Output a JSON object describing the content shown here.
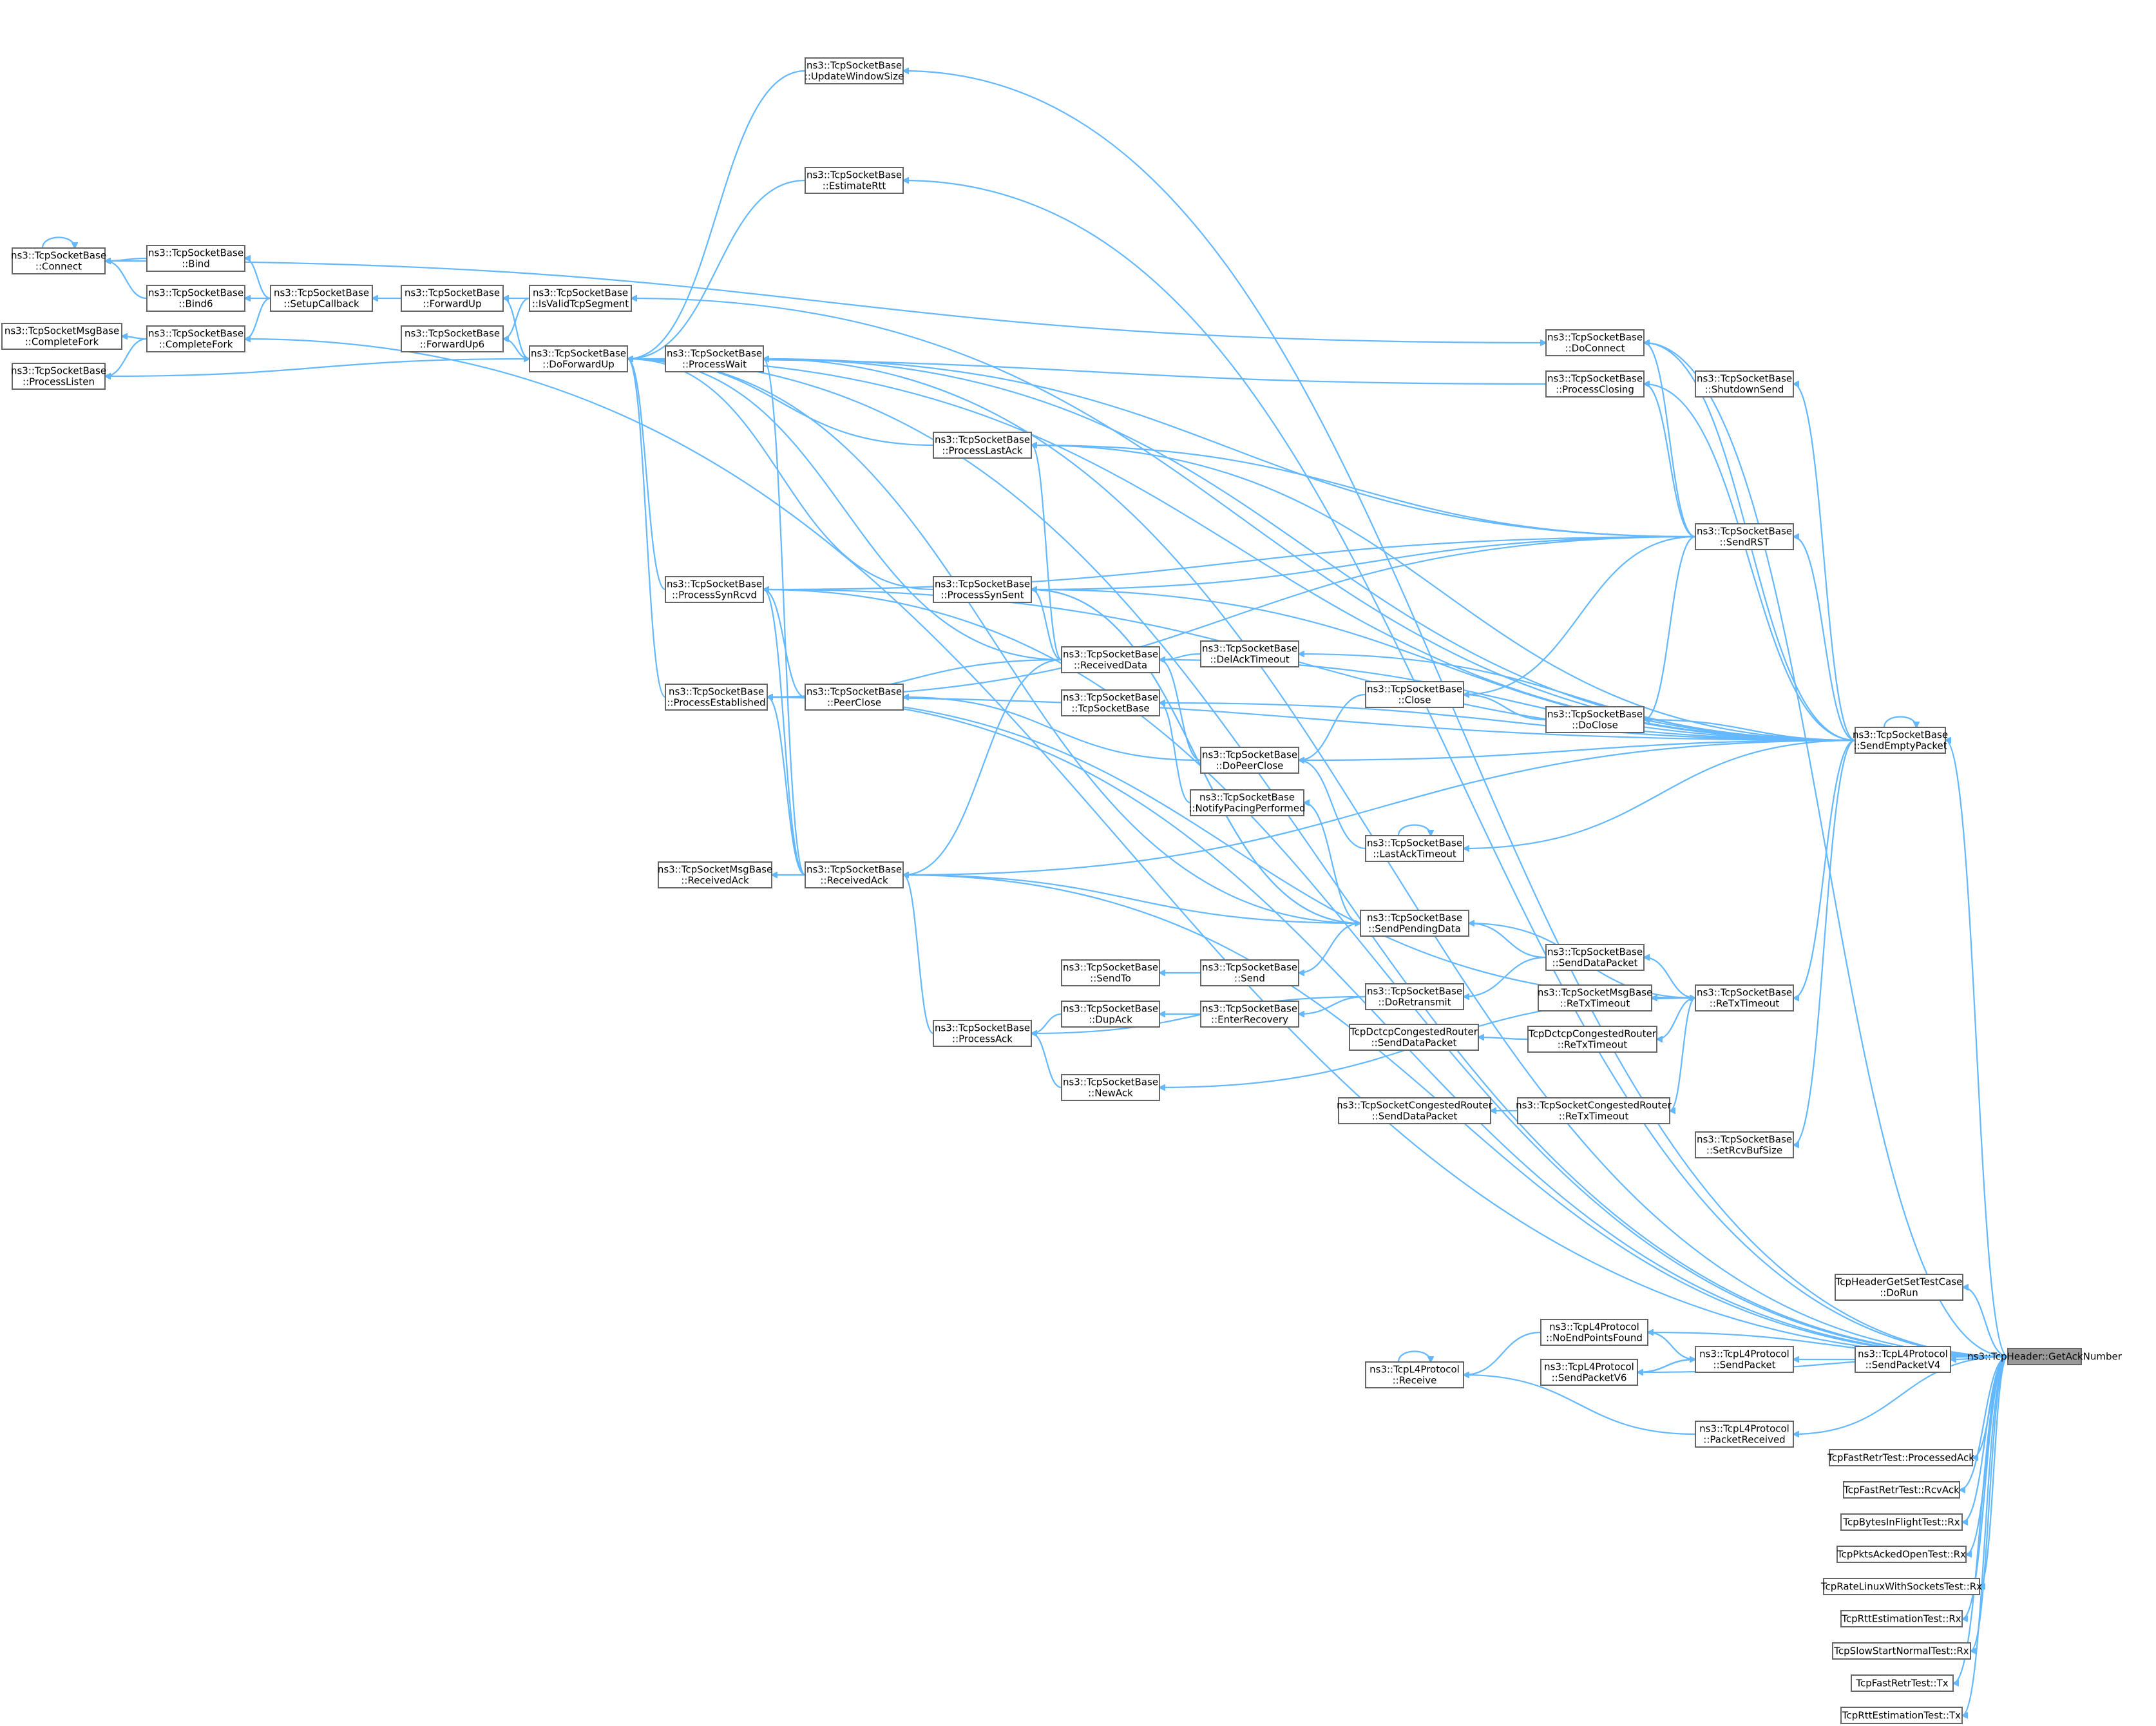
{
  "diagram": {
    "title": "ns3::TcpHeader::GetAckNumber caller graph",
    "colors": {
      "edge": "#63b8ff",
      "node_border": "#666666",
      "root_fill": "#999999",
      "node_fill": "#ffffff",
      "text": "#000000"
    },
    "nodes": [
      {
        "id": "root",
        "lines": [
          "ns3::TcpHeader::GetAckNumber"
        ],
        "root": true
      },
      {
        "id": "connect",
        "lines": [
          "ns3::TcpSocketBase",
          "::Connect"
        ]
      },
      {
        "id": "bind",
        "lines": [
          "ns3::TcpSocketBase",
          "::Bind"
        ]
      },
      {
        "id": "bind6",
        "lines": [
          "ns3::TcpSocketBase",
          "::Bind6"
        ]
      },
      {
        "id": "msgCompleteFork",
        "lines": [
          "ns3::TcpSocketMsgBase",
          "::CompleteFork"
        ]
      },
      {
        "id": "completeFork",
        "lines": [
          "ns3::TcpSocketBase",
          "::CompleteFork"
        ]
      },
      {
        "id": "processListen",
        "lines": [
          "ns3::TcpSocketBase",
          "::ProcessListen"
        ]
      },
      {
        "id": "setupCallback",
        "lines": [
          "ns3::TcpSocketBase",
          "::SetupCallback"
        ]
      },
      {
        "id": "forwardUp",
        "lines": [
          "ns3::TcpSocketBase",
          "::ForwardUp"
        ]
      },
      {
        "id": "forwardUp6",
        "lines": [
          "ns3::TcpSocketBase",
          "::ForwardUp6"
        ]
      },
      {
        "id": "isValidTcpSegment",
        "lines": [
          "ns3::TcpSocketBase",
          "::IsValidTcpSegment"
        ]
      },
      {
        "id": "doForwardUp",
        "lines": [
          "ns3::TcpSocketBase",
          "::DoForwardUp"
        ]
      },
      {
        "id": "updateWindowSize",
        "lines": [
          "ns3::TcpSocketBase",
          "::UpdateWindowSize"
        ]
      },
      {
        "id": "estimateRtt",
        "lines": [
          "ns3::TcpSocketBase",
          "::EstimateRtt"
        ]
      },
      {
        "id": "processWait",
        "lines": [
          "ns3::TcpSocketBase",
          "::ProcessWait"
        ]
      },
      {
        "id": "processLastAck",
        "lines": [
          "ns3::TcpSocketBase",
          "::ProcessLastAck"
        ]
      },
      {
        "id": "processSynRcvd",
        "lines": [
          "ns3::TcpSocketBase",
          "::ProcessSynRcvd"
        ]
      },
      {
        "id": "processSynSent",
        "lines": [
          "ns3::TcpSocketBase",
          "::ProcessSynSent"
        ]
      },
      {
        "id": "processEstablished",
        "lines": [
          "ns3::TcpSocketBase",
          "::ProcessEstablished"
        ]
      },
      {
        "id": "peerClose",
        "lines": [
          "ns3::TcpSocketBase",
          "::PeerClose"
        ]
      },
      {
        "id": "receivedData",
        "lines": [
          "ns3::TcpSocketBase",
          "::ReceivedData"
        ]
      },
      {
        "id": "tcpSocketBase",
        "lines": [
          "ns3::TcpSocketBase",
          "::TcpSocketBase"
        ]
      },
      {
        "id": "delAckTimeout",
        "lines": [
          "ns3::TcpSocketBase",
          "::DelAckTimeout"
        ]
      },
      {
        "id": "doPeerClose",
        "lines": [
          "ns3::TcpSocketBase",
          "::DoPeerClose"
        ]
      },
      {
        "id": "notifyPacing",
        "lines": [
          "ns3::TcpSocketBase",
          "::NotifyPacingPerformed"
        ]
      },
      {
        "id": "close",
        "lines": [
          "ns3::TcpSocketBase",
          "::Close"
        ]
      },
      {
        "id": "doClose",
        "lines": [
          "ns3::TcpSocketBase",
          "::DoClose"
        ]
      },
      {
        "id": "lastAckTimeout",
        "lines": [
          "ns3::TcpSocketBase",
          "::LastAckTimeout"
        ]
      },
      {
        "id": "msgReceivedAck",
        "lines": [
          "ns3::TcpSocketMsgBase",
          "::ReceivedAck"
        ]
      },
      {
        "id": "receivedAck",
        "lines": [
          "ns3::TcpSocketBase",
          "::ReceivedAck"
        ]
      },
      {
        "id": "sendPendingData",
        "lines": [
          "ns3::TcpSocketBase",
          "::SendPendingData"
        ]
      },
      {
        "id": "sendTo",
        "lines": [
          "ns3::TcpSocketBase",
          "::SendTo"
        ]
      },
      {
        "id": "send",
        "lines": [
          "ns3::TcpSocketBase",
          "::Send"
        ]
      },
      {
        "id": "processAck",
        "lines": [
          "ns3::TcpSocketBase",
          "::ProcessAck"
        ]
      },
      {
        "id": "dupAck",
        "lines": [
          "ns3::TcpSocketBase",
          "::DupAck"
        ]
      },
      {
        "id": "enterRecovery",
        "lines": [
          "ns3::TcpSocketBase",
          "::EnterRecovery"
        ]
      },
      {
        "id": "newAck",
        "lines": [
          "ns3::TcpSocketBase",
          "::NewAck"
        ]
      },
      {
        "id": "doRetransmit",
        "lines": [
          "ns3::TcpSocketBase",
          "::DoRetransmit"
        ]
      },
      {
        "id": "sendDataPacket",
        "lines": [
          "ns3::TcpSocketBase",
          "::SendDataPacket"
        ]
      },
      {
        "id": "msgReTxTimeout",
        "lines": [
          "ns3::TcpSocketMsgBase",
          "::ReTxTimeout"
        ]
      },
      {
        "id": "reTxTimeout",
        "lines": [
          "ns3::TcpSocketBase",
          "::ReTxTimeout"
        ]
      },
      {
        "id": "dctcpSendData",
        "lines": [
          "TcpDctcpCongestedRouter",
          "::SendDataPacket"
        ]
      },
      {
        "id": "dctcpReTx",
        "lines": [
          "TcpDctcpCongestedRouter",
          "::ReTxTimeout"
        ]
      },
      {
        "id": "congSendData",
        "lines": [
          "ns3::TcpSocketCongestedRouter",
          "::SendDataPacket"
        ]
      },
      {
        "id": "congReTx",
        "lines": [
          "ns3::TcpSocketCongestedRouter",
          "::ReTxTimeout"
        ]
      },
      {
        "id": "doConnect",
        "lines": [
          "ns3::TcpSocketBase",
          "::DoConnect"
        ]
      },
      {
        "id": "processClosing",
        "lines": [
          "ns3::TcpSocketBase",
          "::ProcessClosing"
        ]
      },
      {
        "id": "shutdownSend",
        "lines": [
          "ns3::TcpSocketBase",
          "::ShutdownSend"
        ]
      },
      {
        "id": "sendRST",
        "lines": [
          "ns3::TcpSocketBase",
          "::SendRST"
        ]
      },
      {
        "id": "sendEmptyPacket",
        "lines": [
          "ns3::TcpSocketBase",
          "::SendEmptyPacket"
        ]
      },
      {
        "id": "setRcvBufSize",
        "lines": [
          "ns3::TcpSocketBase",
          "::SetRcvBufSize"
        ]
      },
      {
        "id": "headerTest",
        "lines": [
          "TcpHeaderGetSetTestCase",
          "::DoRun"
        ]
      },
      {
        "id": "noEndPoints",
        "lines": [
          "ns3::TcpL4Protocol",
          "::NoEndPointsFound"
        ]
      },
      {
        "id": "l4Receive",
        "lines": [
          "ns3::TcpL4Protocol",
          "::Receive"
        ]
      },
      {
        "id": "sendPacketV6",
        "lines": [
          "ns3::TcpL4Protocol",
          "::SendPacketV6"
        ]
      },
      {
        "id": "l4SendPacket",
        "lines": [
          "ns3::TcpL4Protocol",
          "::SendPacket"
        ]
      },
      {
        "id": "sendPacketV4",
        "lines": [
          "ns3::TcpL4Protocol",
          "::SendPacketV4"
        ]
      },
      {
        "id": "packetReceived",
        "lines": [
          "ns3::TcpL4Protocol",
          "::PacketReceived"
        ]
      },
      {
        "id": "t1",
        "lines": [
          "TcpFastRetrTest::ProcessedAck"
        ]
      },
      {
        "id": "t2",
        "lines": [
          "TcpFastRetrTest::RcvAck"
        ]
      },
      {
        "id": "t3",
        "lines": [
          "TcpBytesInFlightTest::Rx"
        ]
      },
      {
        "id": "t4",
        "lines": [
          "TcpPktsAckedOpenTest::Rx"
        ]
      },
      {
        "id": "t5",
        "lines": [
          "TcpRateLinuxWithSocketsTest::Rx"
        ]
      },
      {
        "id": "t6",
        "lines": [
          "TcpRttEstimationTest::Rx"
        ]
      },
      {
        "id": "t7",
        "lines": [
          "TcpSlowStartNormalTest::Rx"
        ]
      },
      {
        "id": "t8",
        "lines": [
          "TcpFastRetrTest::Tx"
        ]
      },
      {
        "id": "t9",
        "lines": [
          "TcpRttEstimationTest::Tx"
        ]
      }
    ]
  }
}
